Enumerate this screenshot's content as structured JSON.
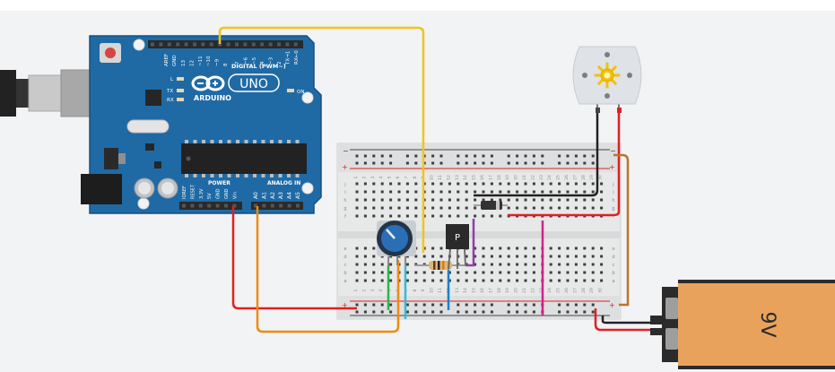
{
  "colors": {
    "canvas": "#f2f3f5",
    "arduino_board": "#1f6aa5",
    "wire_yellow": "#f2c31c",
    "wire_red": "#e02020",
    "wire_orange": "#f08a0c",
    "wire_black": "#222222",
    "wire_brown": "#b8762e",
    "wire_purple": "#8e3fa8",
    "wire_green": "#2fb24a",
    "wire_cyan": "#33bcd8",
    "wire_blue": "#1a7fd0",
    "wire_magenta": "#d0238a",
    "battery_body": "#2b2b2b",
    "battery_label": "#e9a25c",
    "motor_body": "#dfe2e6",
    "motor_sun": "#f5c000"
  },
  "icons": {
    "motor": "sun-icon",
    "potentiometer": "knob-icon"
  },
  "arduino": {
    "logo_text": "ARDUINO",
    "model_text": "UNO",
    "digital_header": "DIGITAL (PWM~)",
    "aref": "AREF",
    "gnd": "GND",
    "pins_top_left": [
      "13",
      "12",
      "~11",
      "~10",
      "~9",
      "8"
    ],
    "pins_top_right": [
      "7",
      "~6",
      "~5",
      "4",
      "~3",
      "2",
      "TX→1",
      "RX←0"
    ],
    "led_l": "L",
    "led_tx": "TX",
    "led_rx": "RX",
    "on_label": "ON",
    "power_header": "POWER",
    "analog_header": "ANALOG IN",
    "power_pins": [
      "IOREF",
      "RESET",
      "3.3V",
      "5V",
      "GND",
      "GND",
      "Vin"
    ],
    "analog_pins": [
      "A0",
      "A1",
      "A2",
      "A3",
      "A4",
      "A5"
    ]
  },
  "breadboard": {
    "rail_minus": "−",
    "rail_plus": "+",
    "row_letters_top": [
      "j",
      "i",
      "h",
      "g",
      "f"
    ],
    "row_letters_bottom": [
      "e",
      "d",
      "c",
      "b",
      "a"
    ],
    "columns": [
      "1",
      "2",
      "3",
      "4",
      "5",
      "6",
      "7",
      "8",
      "9",
      "10",
      "11",
      "12",
      "13",
      "14",
      "15",
      "16",
      "17",
      "18",
      "19",
      "20",
      "21",
      "22",
      "23",
      "24",
      "25",
      "26",
      "27",
      "28",
      "29",
      "30"
    ]
  },
  "transistor": {
    "label": "P"
  },
  "battery": {
    "label": "9V"
  }
}
